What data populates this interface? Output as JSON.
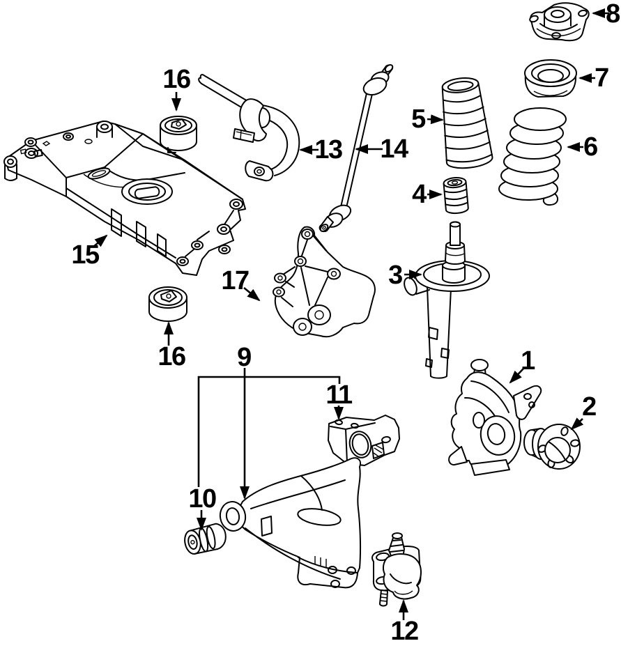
{
  "figure": {
    "kind": "exploded-parts-diagram",
    "subject": "front-suspension",
    "background_color": "#ffffff",
    "line_color": "#000000"
  },
  "callouts": [
    {
      "number": "1",
      "part": "steering-knuckle"
    },
    {
      "number": "2",
      "part": "wheel-hub"
    },
    {
      "number": "3",
      "part": "strut-assembly"
    },
    {
      "number": "4",
      "part": "bump-stop"
    },
    {
      "number": "5",
      "part": "strut-dust-boot"
    },
    {
      "number": "6",
      "part": "coil-spring"
    },
    {
      "number": "7",
      "part": "upper-spring-seat"
    },
    {
      "number": "8",
      "part": "strut-mount"
    },
    {
      "number": "9",
      "part": "lower-control-arm"
    },
    {
      "number": "10",
      "part": "control-arm-front-bushing"
    },
    {
      "number": "11",
      "part": "control-arm-rear-bushing-bracket"
    },
    {
      "number": "12",
      "part": "ball-joint"
    },
    {
      "number": "13",
      "part": "stabilizer-bar"
    },
    {
      "number": "14",
      "part": "stabilizer-link"
    },
    {
      "number": "15",
      "part": "suspension-crossmember"
    },
    {
      "number": "16",
      "part": "crossmember-bushing-upper"
    },
    {
      "number": "16",
      "part": "crossmember-bushing-lower"
    },
    {
      "number": "17",
      "part": "pendulum-support-bracket"
    }
  ]
}
